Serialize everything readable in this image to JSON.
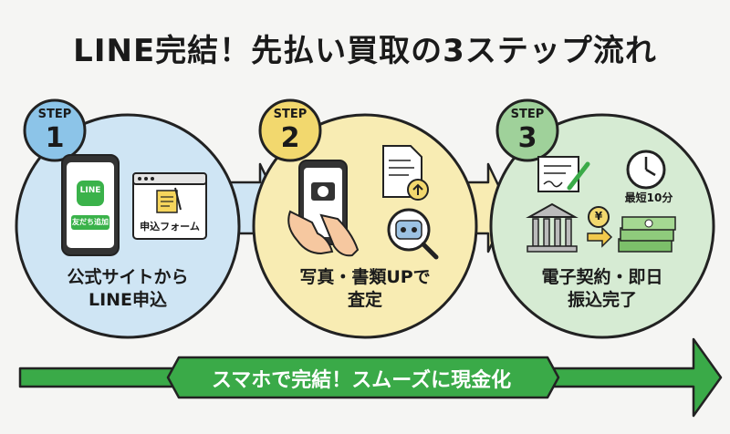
{
  "title": "LINE完結！先払い買取の3ステップ流れ",
  "steps": [
    {
      "step_word": "STEP",
      "number": "1",
      "label_line1": "公式サイトから",
      "label_line2": "LINE申込",
      "line_app_label": "LINE",
      "friend_button": "友だち追加",
      "form_label": "申込フォーム",
      "circle_color": "#cfe5f4",
      "badge_color": "#8cc4e8"
    },
    {
      "step_word": "STEP",
      "number": "2",
      "label_line1": "写真・書類UPで",
      "label_line2": "査定",
      "circle_color": "#f8ecb3",
      "badge_color": "#f2d86e"
    },
    {
      "step_word": "STEP",
      "number": "3",
      "label_line1": "電子契約・即日",
      "label_line2": "振込完了",
      "fastest": "最短10分",
      "yen_symbol": "¥",
      "circle_color": "#d6ebd3",
      "badge_color": "#9fd19a"
    }
  ],
  "banner": {
    "text": "スマホで完結！スムーズに現金化",
    "color": "#3aaa48"
  }
}
